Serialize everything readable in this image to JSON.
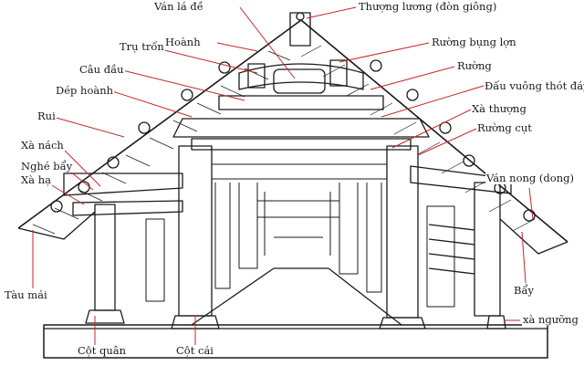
{
  "colors": {
    "ink": "#1a1a1a",
    "leader": "#c8242b",
    "paper": "#ffffff"
  },
  "labels": {
    "van_la_de": "Ván lá đề",
    "thuong_luong": "Thượng lương (đòn giông)",
    "ruong_bung_lon": "Rường bụng lợn",
    "hoanh": "Hoành",
    "tru_tron": "Trụ trốn",
    "ruong": "Rường",
    "cau_dau": "Câu đầu",
    "dau_vuong": "Đấu vuông thót đáy",
    "dep_hoanh": "Dép hoành",
    "xa_thuong": "Xà thượng",
    "rui": "Rui",
    "ruong_cut": "Rường cụt",
    "xa_nach": "Xà nách",
    "nghe_bay": "Nghé bẩy",
    "xa_ha": "Xà hạ",
    "van_nong": "Ván nong (dong)",
    "tau_mai": "Tàu mái",
    "bay": "Bẩy",
    "xa_nguong": "xà ngưỡng",
    "cot_quan": "Cột quân",
    "cot_cai": "Cột cái"
  }
}
